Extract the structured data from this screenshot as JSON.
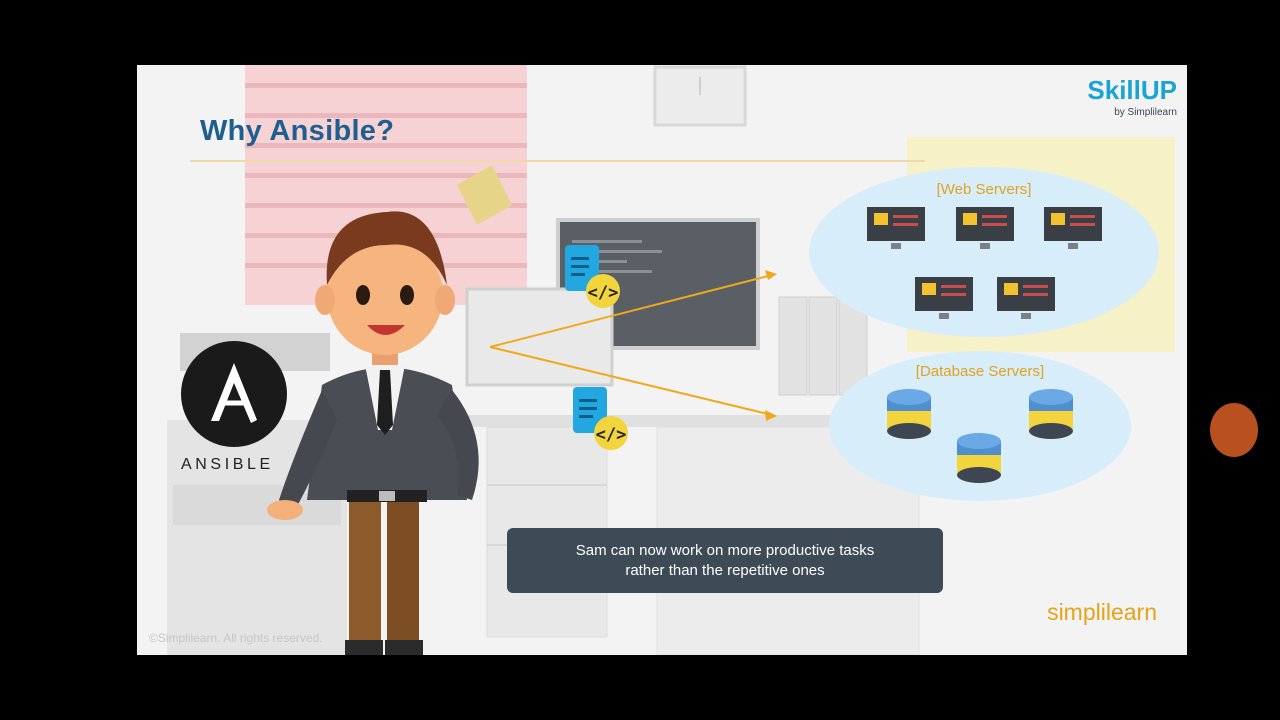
{
  "slide": {
    "title": "Why Ansible?",
    "brand": {
      "name": "SkillUP",
      "by": "by Simplilearn"
    },
    "web_servers_label": "[Web Servers]",
    "database_servers_label": "[Database Servers]",
    "caption_line1": "Sam can now work on more productive tasks",
    "caption_line2": "rather than the repetitive ones",
    "ansible_wordmark": "ANSIBLE",
    "copyright": "©Simplilearn. All rights reserved.",
    "footer_logo": "simplilearn"
  },
  "colors": {
    "title": "#1f5f8f",
    "brand": "#1aa4d6",
    "accent": "#e0a21c",
    "caption_bg": "#3f4a57",
    "cloud": "#d7eefa"
  }
}
